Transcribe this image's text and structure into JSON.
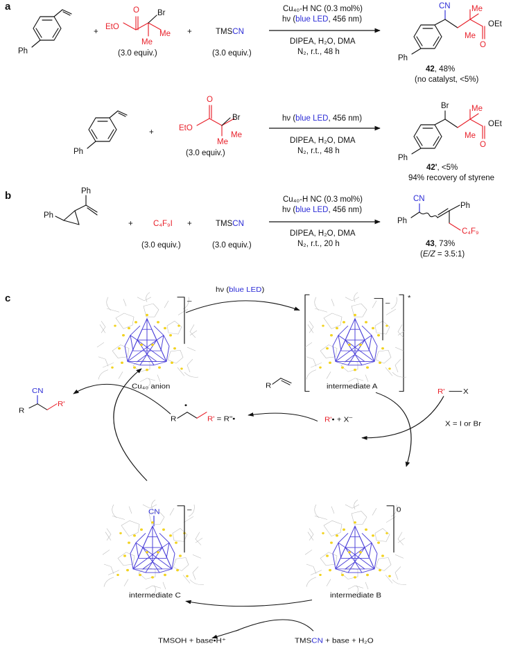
{
  "panel_labels": {
    "a": "a",
    "b": "b",
    "c": "c"
  },
  "atoms": {
    "ph": "Ph",
    "me": "Me",
    "cn": "CN",
    "br": "Br",
    "eto": "EtO",
    "oet": "OEt",
    "o": "O",
    "c4f9i": "C₄F₉I",
    "c4f9": "C₄F₉",
    "tms": "TMS",
    "r": "R",
    "rprime": "R'",
    "x": "X"
  },
  "reaction1": {
    "plus": "+",
    "equiv_bromide": "(3.0 equiv.)",
    "equiv_tmscn": "(3.0 equiv.)",
    "cond_line1": "Cu₄₀-H NC (0.3 mol%)",
    "cond_line2_pre": "hν (",
    "cond_line2_blue": "blue LED",
    "cond_line2_post": ", 456 nm)",
    "cond_line3": "DIPEA, H₂O, DMA",
    "cond_line4": "N₂, r.t., 48 h",
    "product_num": "42",
    "product_yield": ", 48%",
    "product_note": "(no catalyst, <5%)"
  },
  "reaction2": {
    "plus": "+",
    "equiv_bromide": "(3.0 equiv.)",
    "cond_line1_pre": "hν (",
    "cond_line1_blue": "blue LED",
    "cond_line1_post": ", 456 nm)",
    "cond_line2": "DIPEA, H₂O, DMA",
    "cond_line3": "N₂, r.t., 48 h",
    "product_num": "42'",
    "product_yield": ", <5%",
    "product_note": "94% recovery of styrene"
  },
  "reaction3": {
    "plus": "+",
    "equiv_iodide": "(3.0 equiv.)",
    "equiv_tmscn": "(3.0 equiv.)",
    "cond_line1": "Cu₄₀-H NC (0.3 mol%)",
    "cond_line2_pre": "hν (",
    "cond_line2_blue": "blue LED",
    "cond_line2_post": ", 456 nm)",
    "cond_line3": "DIPEA, H₂O, DMA",
    "cond_line4": "N₂, r.t., 20 h",
    "product_num": "43",
    "product_yield": ", 73%",
    "product_ez_open": "(",
    "product_ez_label": "E/Z",
    "product_ez_value": " = 3.5:1)"
  },
  "mechanism": {
    "light_pre": "hν (",
    "light_blue": "blue LED",
    "light_post": ")",
    "charge_minus": "–",
    "charge_zero": "0",
    "excited_star": "*",
    "cu40_anion": "Cu₄₀ anion",
    "intermediate_a": "intermediate A",
    "intermediate_b": "intermediate B",
    "intermediate_c": "intermediate C",
    "x_def": "X = I or Br",
    "radical_dot": "•",
    "radical_eq_pre": " = R''",
    "radical_eq_dot": "•",
    "halide_pre": "• + X",
    "halide_charge": "–",
    "tmsoh": "TMSOH + base•H⁺",
    "tmscn_plus": " + base + H₂O"
  }
}
